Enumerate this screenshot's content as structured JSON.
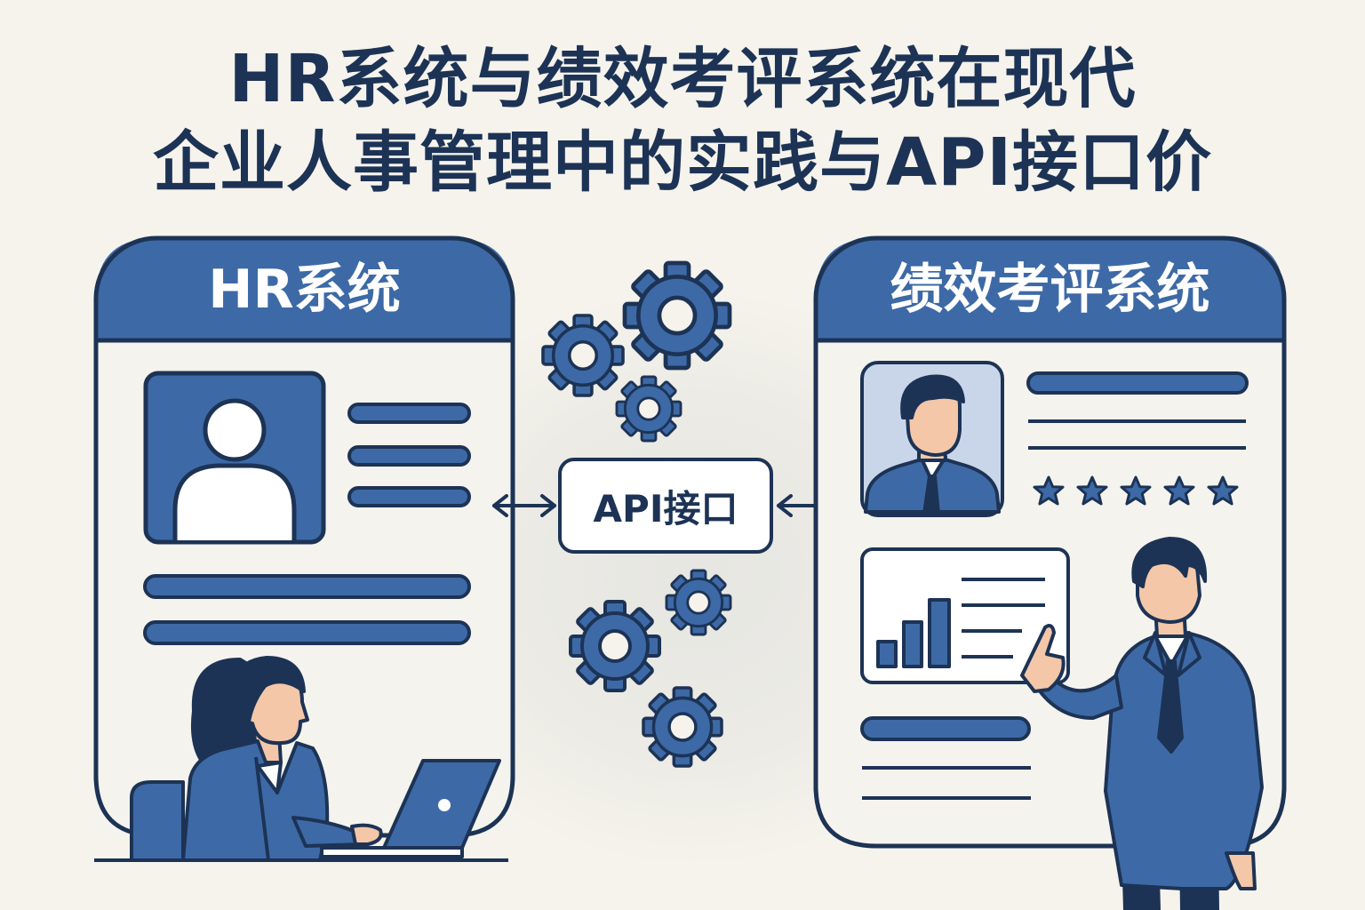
{
  "title": {
    "line1": "HR系统与绩效考评系统在现代",
    "line2": "企业人事管理中的实践与API接口价"
  },
  "hr_panel": {
    "title": "HR系统"
  },
  "performance_panel": {
    "title": "绩效考评系统",
    "rating_stars": 5
  },
  "api": {
    "label": "API接口"
  },
  "colors": {
    "navy": "#1d3355",
    "blue": "#3d6aa6",
    "light_blue": "#c9d6ea",
    "panel_fill": "#f4f3ee",
    "background": "#f5f3ec"
  },
  "icons": [
    "user-avatar-icon",
    "gear-icon",
    "bidirectional-arrow-icon",
    "star-icon",
    "bar-chart-icon",
    "laptop-icon"
  ]
}
